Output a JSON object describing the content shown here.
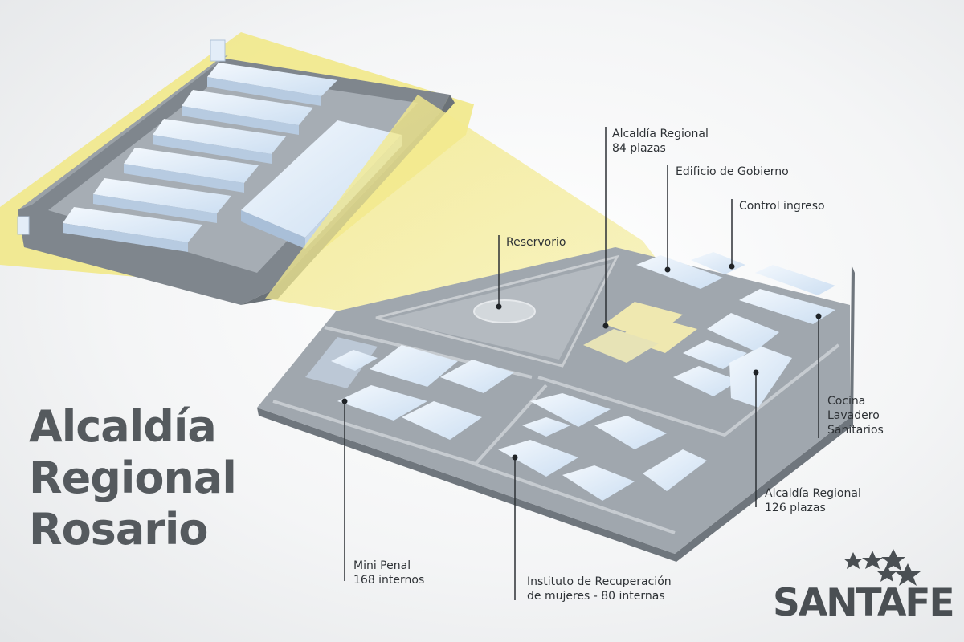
{
  "title": {
    "line1": "Alcaldía",
    "line2": "Regional",
    "line3": "Rosario"
  },
  "labels": {
    "alcaldia_84": {
      "line1": "Alcaldía Regional",
      "line2": "84 plazas"
    },
    "edificio_gobierno": {
      "line1": "Edificio de Gobierno"
    },
    "control_ingreso": {
      "line1": "Control ingreso"
    },
    "reservorio": {
      "line1": "Reservorio"
    },
    "cocina": {
      "line1": "Cocina",
      "line2": "Lavadero",
      "line3": "Sanitarios"
    },
    "alcaldia_126": {
      "line1": "Alcaldía Regional",
      "line2": "126 plazas"
    },
    "mini_penal": {
      "line1": "Mini Penal",
      "line2": "168 internos"
    },
    "instituto": {
      "line1": "Instituto de Recuperación",
      "line2": "de mujeres - 80 internas"
    }
  },
  "logo": {
    "text": "SANTAFE"
  },
  "colors": {
    "highlight": "#f2e98e",
    "building": "#d9e7f7",
    "ground": "#8d949b",
    "title": "#555a5e",
    "text": "#2e3236"
  },
  "icons": {
    "callout": "leader-line-dot",
    "logo_mark": "star-icon"
  }
}
